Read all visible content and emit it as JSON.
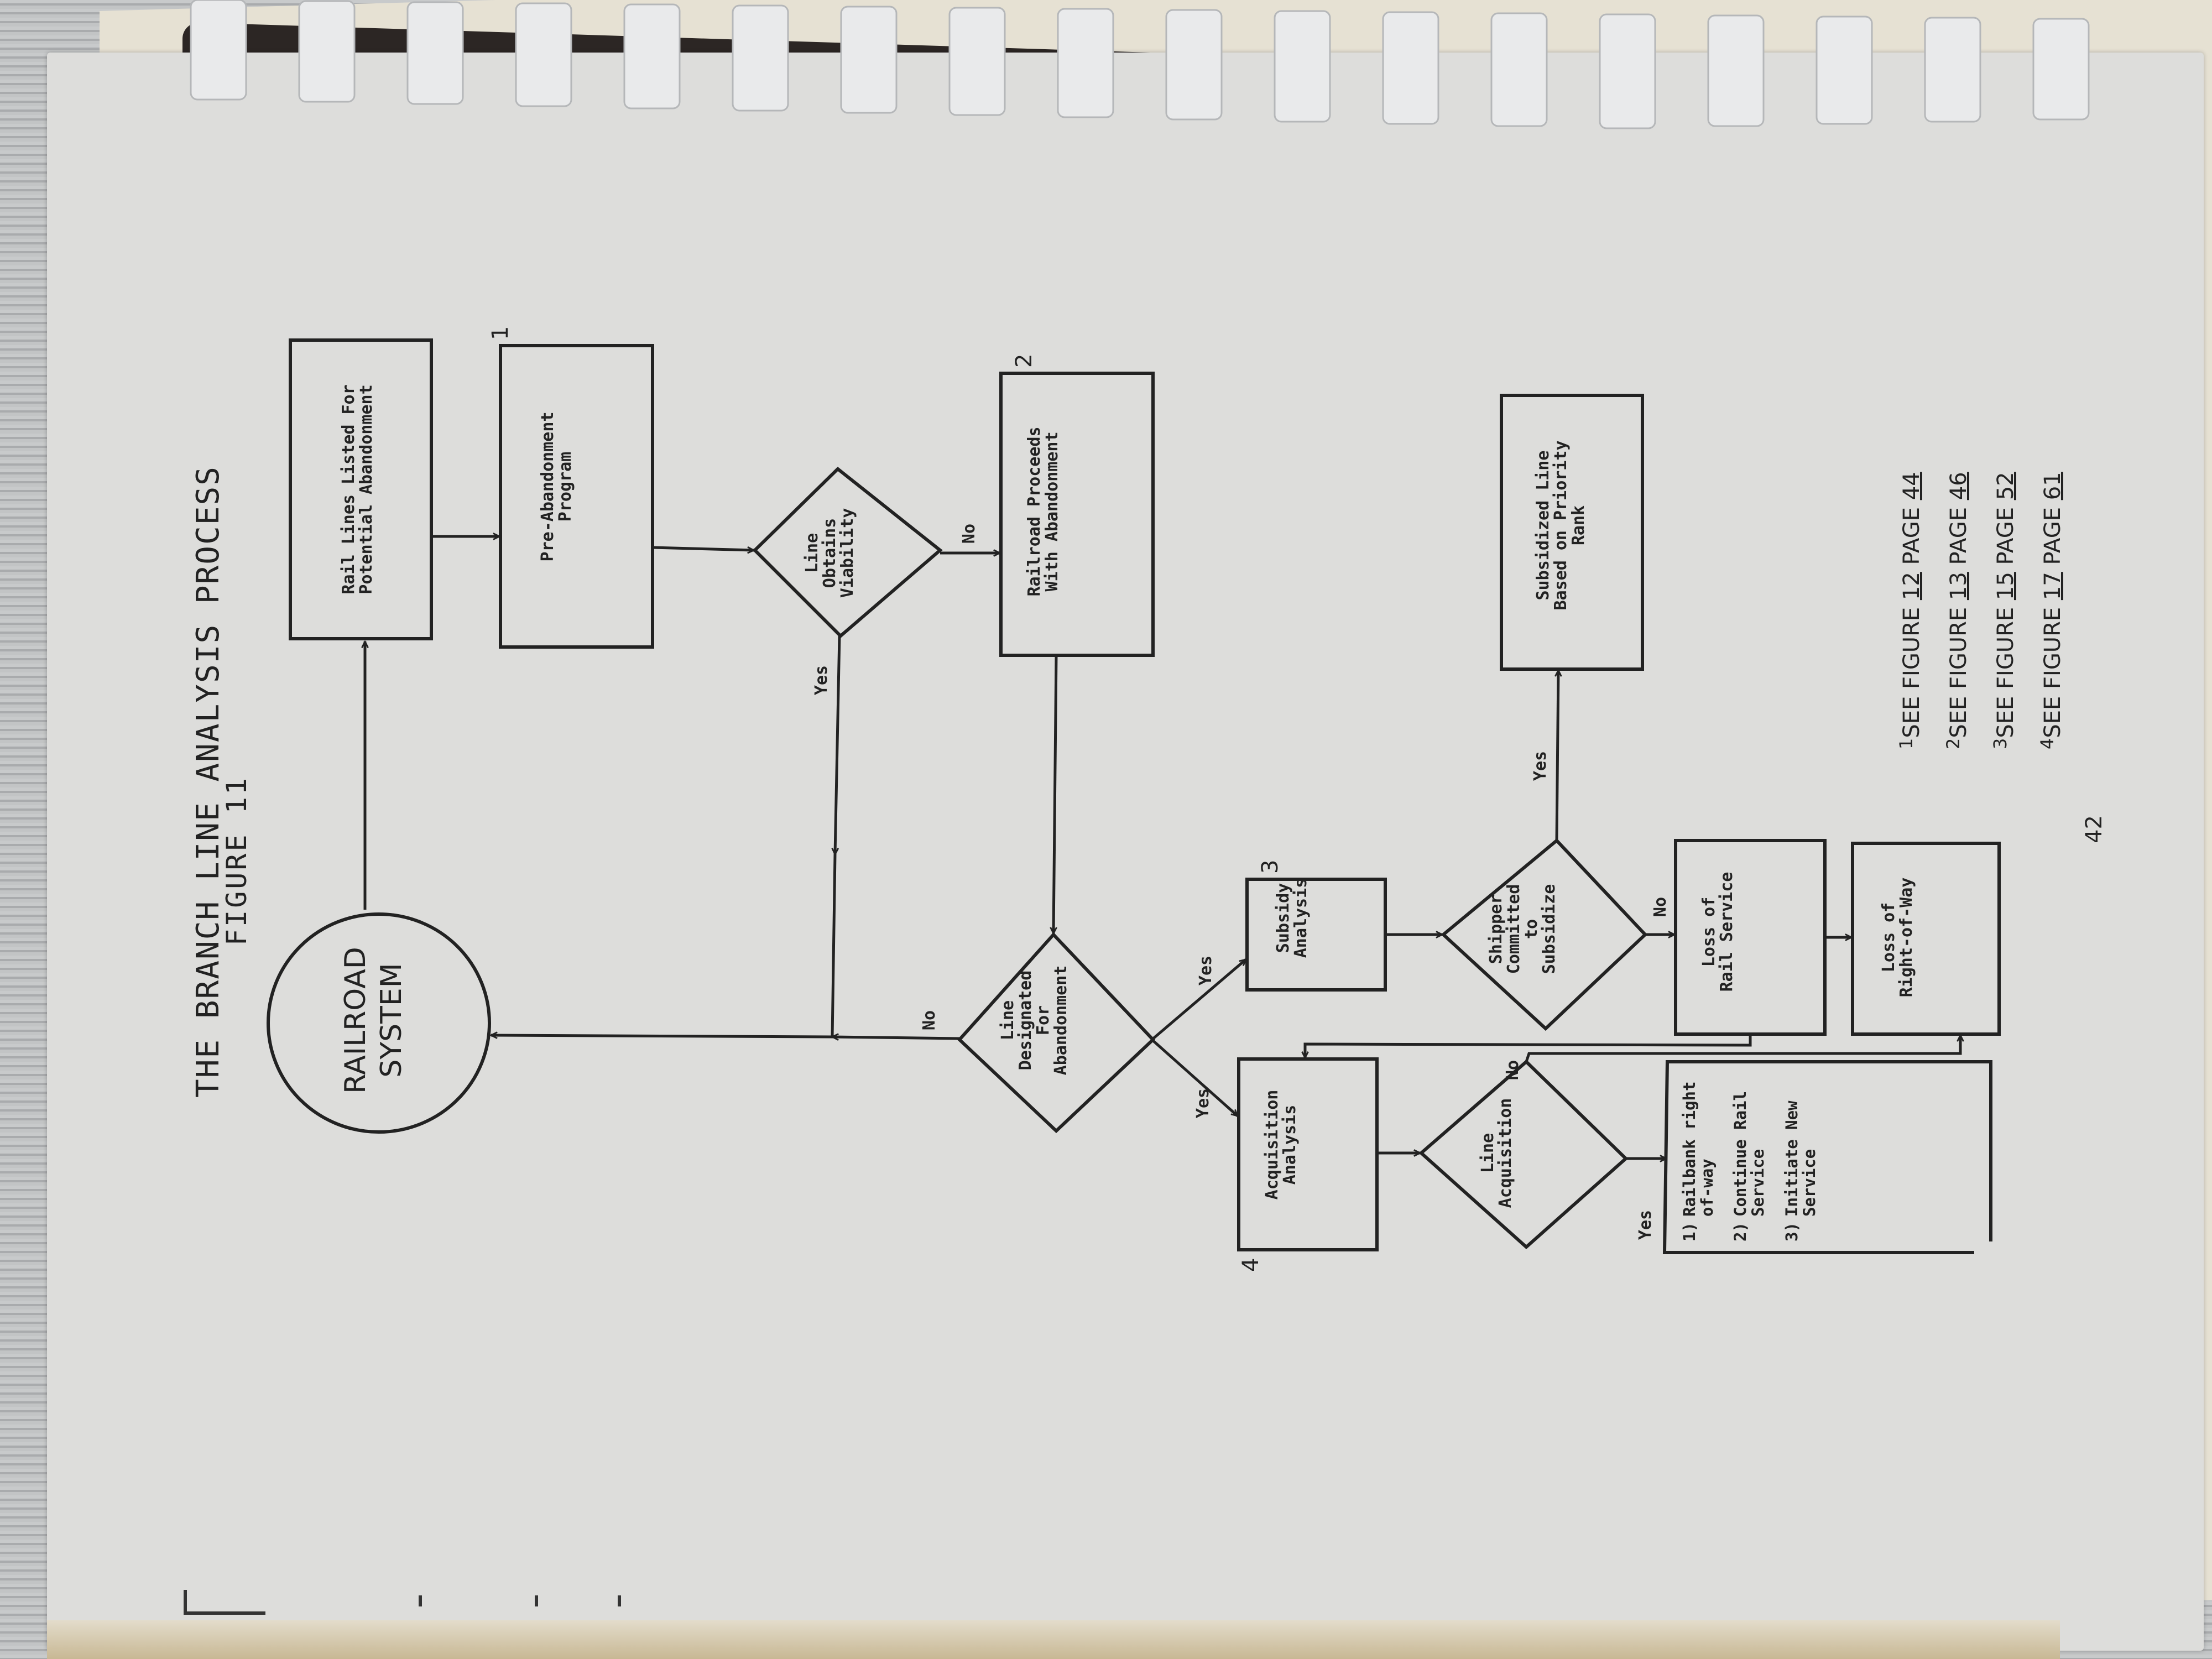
{
  "document": {
    "title": "THE BRANCH LINE ANALYSIS PROCESS",
    "figure_label": "FIGURE 11",
    "page_number": "42"
  },
  "flowchart": {
    "nodes": {
      "railroad_system": {
        "line1": "RAILROAD",
        "line2": "SYSTEM",
        "shape": "circle"
      },
      "rail_lines_listed": {
        "line1": "Rail Lines Listed For",
        "line2": "Potential Abandonment",
        "shape": "box"
      },
      "pre_abandonment": {
        "line1": "Pre-Abandonment",
        "line2": "Program",
        "shape": "box",
        "footnote": "1"
      },
      "line_obtains_viability": {
        "line1": "Line",
        "line2": "Obtains",
        "line3": "Viability",
        "shape": "diamond"
      },
      "railroad_proceeds": {
        "line1": "Railroad Proceeds",
        "line2": "With Abandonment",
        "shape": "box",
        "footnote": "2"
      },
      "line_designated": {
        "line1": "Line",
        "line2": "Designated",
        "line3": "For",
        "line4": "Abandonment",
        "shape": "diamond"
      },
      "subsidy_analysis": {
        "line1": "Subsidy",
        "line2": "Analysis",
        "shape": "box",
        "footnote": "3"
      },
      "acquisition_analysis": {
        "line1": "Acquisition",
        "line2": "Analysis",
        "shape": "box",
        "footnote": "4"
      },
      "shipper_committed": {
        "line1": "Shipper",
        "line2": "Committed",
        "line3": "to",
        "line4": "Subsidize",
        "shape": "diamond"
      },
      "subsidized_line": {
        "line1": "Subsidized Line",
        "line2": "Based on Priority",
        "line3": "Rank",
        "shape": "box"
      },
      "loss_rail_service": {
        "line1": "Loss of",
        "line2": "Rail Service",
        "shape": "box"
      },
      "loss_right_of_way": {
        "line1": "Loss of",
        "line2": "Right-of-Way",
        "shape": "box"
      },
      "line_acquisition": {
        "line1": "Line",
        "line2": "Acquisition",
        "shape": "diamond"
      },
      "acquisition_options": {
        "items": [
          {
            "num": "1)",
            "line1": "Railbank right",
            "line2": "of-way"
          },
          {
            "num": "2)",
            "line1": "Continue Rail",
            "line2": "Service"
          },
          {
            "num": "3)",
            "line1": "Initiate New",
            "line2": "Service"
          }
        ],
        "shape": "box"
      }
    },
    "edge_labels": {
      "viability_yes": "Yes",
      "viability_no": "No",
      "designated_no": "No",
      "designated_yes_subsidy": "Yes",
      "designated_yes_acquisition": "Yes",
      "shipper_yes": "Yes",
      "shipper_no": "No",
      "acquisition_yes": "Yes",
      "acquisition_no": "No"
    },
    "edges": [
      {
        "from": "railroad_system",
        "to": "rail_lines_listed"
      },
      {
        "from": "rail_lines_listed",
        "to": "pre_abandonment"
      },
      {
        "from": "pre_abandonment",
        "to": "line_obtains_viability"
      },
      {
        "from": "line_obtains_viability",
        "to": "railroad_proceeds",
        "label": "No"
      },
      {
        "from": "line_obtains_viability",
        "to": "railroad_system",
        "label": "Yes"
      },
      {
        "from": "railroad_proceeds",
        "to": "line_designated"
      },
      {
        "from": "line_designated",
        "to": "railroad_system",
        "label": "No"
      },
      {
        "from": "line_designated",
        "to": "subsidy_analysis",
        "label": "Yes"
      },
      {
        "from": "line_designated",
        "to": "acquisition_analysis",
        "label": "Yes"
      },
      {
        "from": "subsidy_analysis",
        "to": "shipper_committed"
      },
      {
        "from": "shipper_committed",
        "to": "subsidized_line",
        "label": "Yes"
      },
      {
        "from": "shipper_committed",
        "to": "loss_rail_service",
        "label": "No"
      },
      {
        "from": "loss_rail_service",
        "to": "loss_right_of_way"
      },
      {
        "from": "loss_rail_service",
        "to": "acquisition_analysis"
      },
      {
        "from": "acquisition_analysis",
        "to": "line_acquisition"
      },
      {
        "from": "line_acquisition",
        "to": "acquisition_options",
        "label": "Yes"
      },
      {
        "from": "line_acquisition",
        "to": "loss_right_of_way",
        "label": "No"
      }
    ]
  },
  "footnotes": [
    {
      "num": "1",
      "text": "SEE FIGURE",
      "figure": "12",
      "page_label": "PAGE",
      "page": "44"
    },
    {
      "num": "2",
      "text": "SEE FIGURE",
      "figure": "13",
      "page_label": "PAGE",
      "page": "46"
    },
    {
      "num": "3",
      "text": "SEE FIGURE",
      "figure": "15",
      "page_label": "PAGE",
      "page": "52"
    },
    {
      "num": "4",
      "text": "SEE FIGURE",
      "figure": "17",
      "page_label": "PAGE",
      "page": "61"
    }
  ],
  "colors": {
    "ink": "#222222",
    "paper": "#dddddb",
    "binding": "#e8e8e8"
  }
}
